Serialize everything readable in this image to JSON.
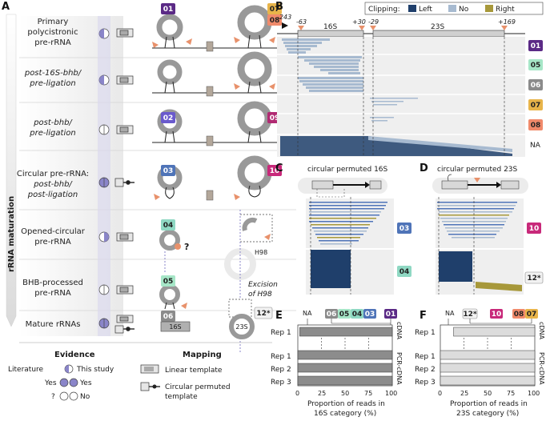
{
  "panels": {
    "a": {
      "letter": "A",
      "vertical_label": "rRNA maturation",
      "stages": [
        {
          "line1": "Primary",
          "line2": "polycistronic",
          "line3": "pre-rRNA",
          "badges_left": [
            "01"
          ],
          "badges_right": [
            "07",
            "08"
          ]
        },
        {
          "line1": "post-16S-bhb/",
          "line2": "pre-ligation",
          "badges_left": [],
          "badges_right": []
        },
        {
          "line1": "post-bhb/",
          "line2": "pre-ligation",
          "badges_left": [
            "02"
          ],
          "badges_right": [
            "09"
          ]
        },
        {
          "line1": "Circular pre-rRNA:",
          "line2": "post-bhb/",
          "line3": "post-ligation",
          "badges_left": [
            "03"
          ],
          "badges_right": [
            "10"
          ]
        },
        {
          "line1": "Opened-circular",
          "line2": "pre-rRNA",
          "badges_left": [
            "04"
          ],
          "badges_right": []
        },
        {
          "line1": "BHB-processed",
          "line2": "pre-rRNA",
          "badges_left": [
            "05"
          ],
          "badges_right": []
        },
        {
          "line1": "Mature rRNAs",
          "badges_left": [
            "06"
          ],
          "badges_right": [
            "12*"
          ]
        }
      ],
      "question_mark": "?",
      "h98_label": "H98",
      "excision_line1": "Excision",
      "excision_line2": "of H98",
      "label_16s": "16S",
      "label_23s": "23S"
    },
    "b": {
      "letter": "B",
      "clipping_title": "Clipping:",
      "legend": [
        {
          "label": "Left",
          "color": "#1f3f6b"
        },
        {
          "label": "No",
          "color": "#a7bad0"
        },
        {
          "label": "Right",
          "color": "#a7983a"
        }
      ],
      "positions": [
        "-243",
        "-63",
        "+30",
        "-29",
        "+169"
      ],
      "gene_16s": "16S",
      "gene_23s": "23S",
      "row_labels": [
        "01",
        "05",
        "06",
        "07",
        "08",
        "NA"
      ]
    },
    "c": {
      "letter": "C",
      "title": "circular permuted 16S",
      "badges": [
        "03",
        "04"
      ]
    },
    "d": {
      "letter": "D",
      "title": "circular permuted 23S",
      "badges": [
        "10",
        "12*"
      ]
    },
    "e": {
      "letter": "E",
      "categories_top": [
        "NA",
        "06",
        "05",
        "04",
        "03",
        "01"
      ],
      "side_labels": [
        "cDNA",
        "PCR-cDNA"
      ],
      "reps": [
        "Rep 1",
        "Rep 1",
        "Rep 2",
        "Rep 3"
      ],
      "xticks": [
        "0",
        "25",
        "50",
        "75",
        "100"
      ],
      "xlabel_line1": "Proportion of reads in",
      "xlabel_line2": "16S category (%)"
    },
    "f": {
      "letter": "F",
      "categories_top": [
        "NA",
        "12*",
        "10",
        "08",
        "07"
      ],
      "side_labels": [
        "cDNA",
        "PCR-cDNA"
      ],
      "reps": [
        "Rep 1",
        "Rep 1",
        "Rep 2",
        "Rep 3"
      ],
      "xticks": [
        "0",
        "25",
        "50",
        "75",
        "100"
      ],
      "xlabel_line1": "Proportion of reads in",
      "xlabel_line2": "23S category (%)"
    },
    "evidence": {
      "title": "Evidence",
      "literature": "Literature",
      "this_study": "This study",
      "yes1": "Yes",
      "yes2": "Yes",
      "q": "?",
      "no": "No"
    },
    "mapping": {
      "title": "Mapping",
      "linear": "Linear template",
      "circular1": "Circular permuted",
      "circular2": "template"
    }
  },
  "colors": {
    "badge_01": "#5b2a86",
    "badge_02": "#6a5acd",
    "badge_03": "#4f74b8",
    "badge_04": "#8fd8c3",
    "badge_05": "#a6e6c7",
    "badge_06": "#8b8b8b",
    "badge_07": "#e8b44a",
    "badge_08": "#f08a6b",
    "badge_09": "#b12a72",
    "badge_10": "#c8297a",
    "badge_12": "#f2f2f2",
    "bar_grey": "#8c8c8c",
    "bar_light": "#dcdcdc",
    "navy": "#1f3f6b",
    "light_blue": "#a7bad0",
    "olive": "#a7983a",
    "salmon": "#e8916b",
    "evidence_purple": "#8a85c9"
  }
}
